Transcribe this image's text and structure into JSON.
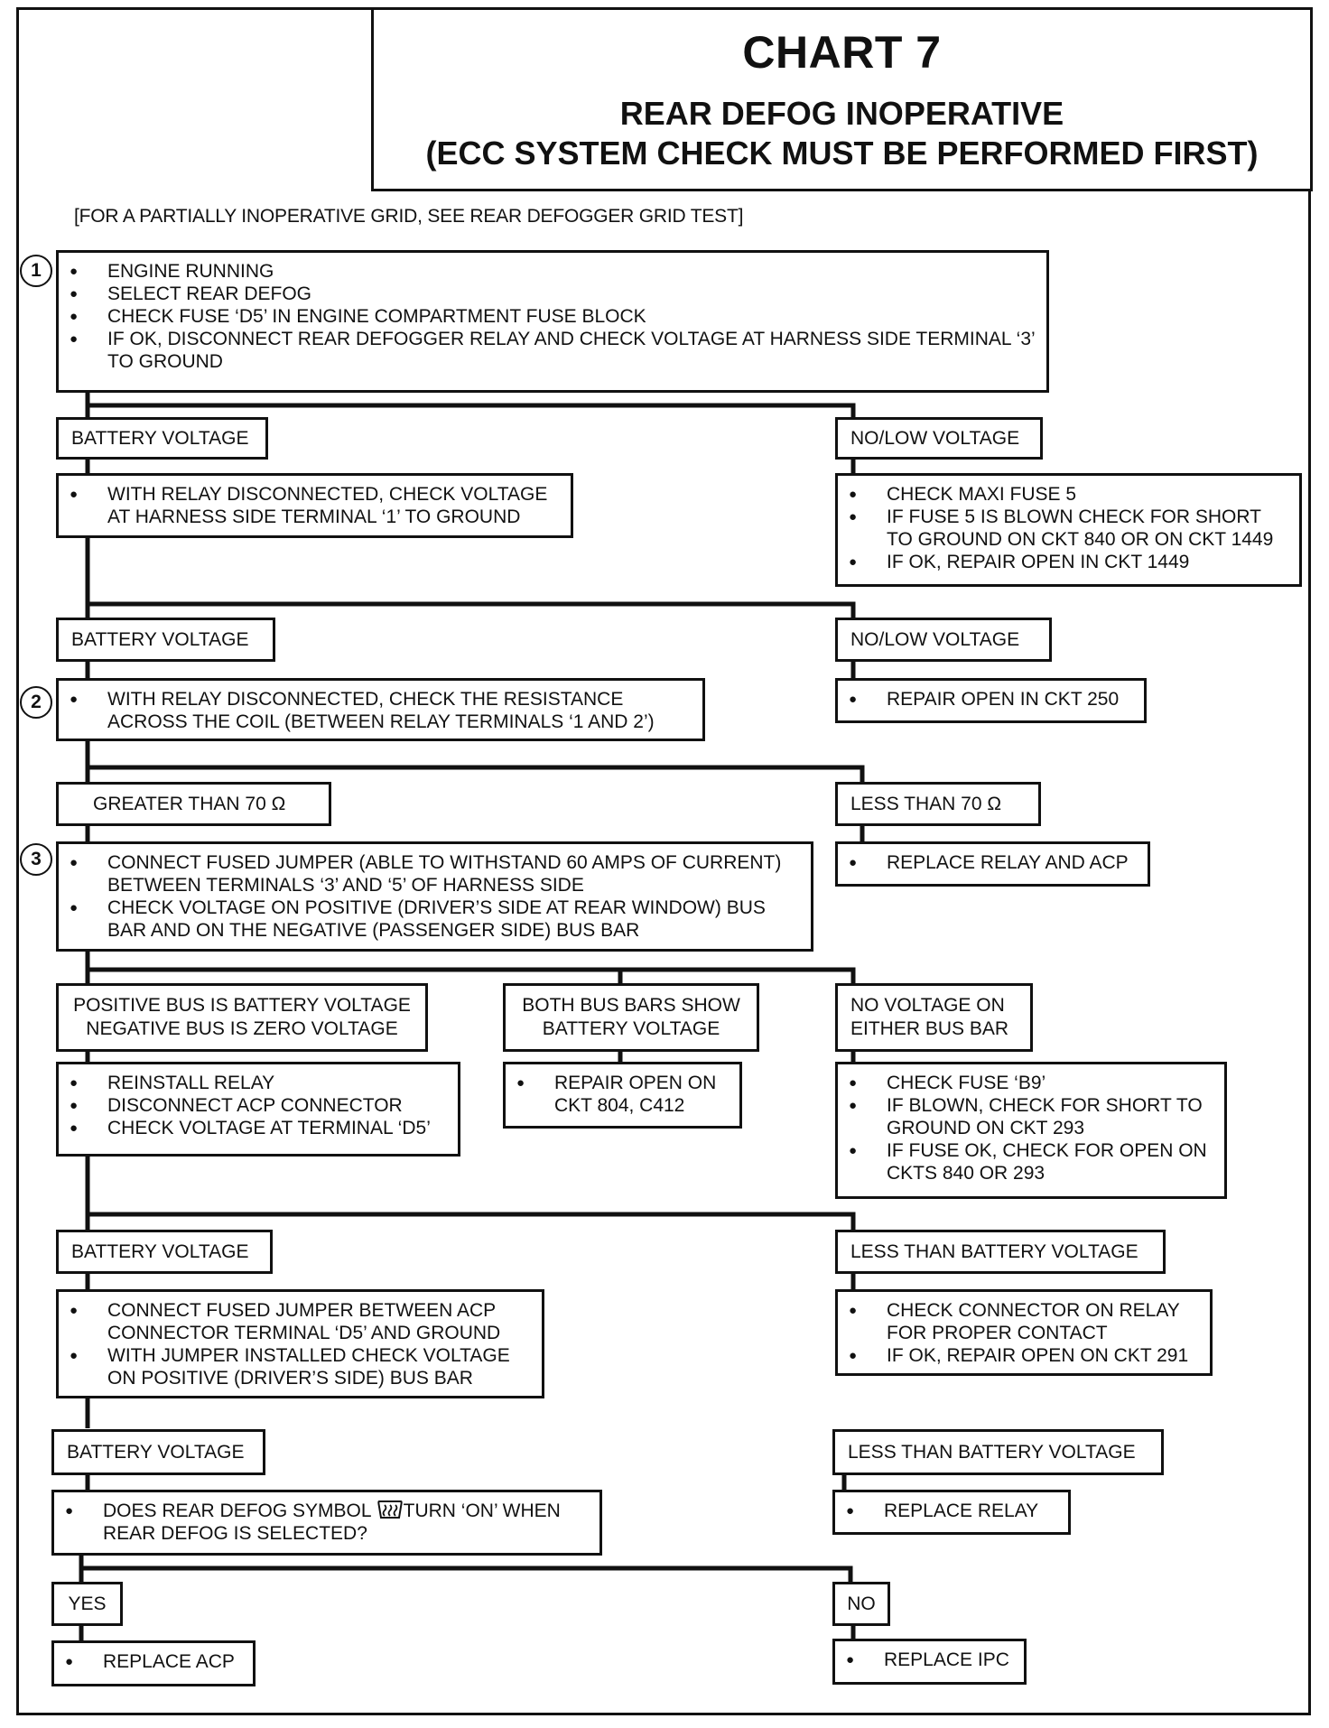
{
  "title": "CHART 7",
  "subtitle_line1": "REAR DEFOG INOPERATIVE",
  "subtitle_line2": "(ECC SYSTEM CHECK MUST BE PERFORMED FIRST)",
  "note": "[FOR A PARTIALLY INOPERATIVE GRID, SEE  REAR DEFOGGER GRID TEST]",
  "steps": {
    "s1": "1",
    "s2": "2",
    "s3": "3"
  },
  "step1": [
    "ENGINE RUNNING",
    "SELECT REAR DEFOG",
    "CHECK FUSE ‘D5’ IN ENGINE COMPARTMENT FUSE BLOCK",
    "IF OK, DISCONNECT REAR DEFOGGER RELAY AND CHECK VOLTAGE AT HARNESS SIDE TERMINAL ‘3’ TO GROUND"
  ],
  "r1": {
    "left_label": "BATTERY VOLTAGE",
    "right_label": "NO/LOW VOLTAGE",
    "left_action": [
      "WITH RELAY DISCONNECTED, CHECK VOLTAGE AT HARNESS SIDE TERMINAL ‘1’ TO GROUND"
    ],
    "right_action": [
      "CHECK MAXI FUSE 5",
      "IF FUSE 5 IS BLOWN CHECK FOR SHORT TO GROUND ON CKT 840 OR ON CKT 1449",
      "IF OK, REPAIR OPEN IN CKT 1449"
    ]
  },
  "r2": {
    "left_label": "BATTERY VOLTAGE",
    "right_label": "NO/LOW VOLTAGE",
    "left_action": [
      "WITH RELAY DISCONNECTED, CHECK THE RESISTANCE ACROSS THE COIL (BETWEEN RELAY TERMINALS ‘1 AND 2’)"
    ],
    "right_action": [
      "REPAIR OPEN IN CKT 250"
    ]
  },
  "r3": {
    "left_label": "GREATER THAN 70 Ω",
    "right_label": "LESS THAN 70 Ω",
    "left_action": [
      "CONNECT FUSED JUMPER (ABLE TO WITHSTAND 60 AMPS OF CURRENT) BETWEEN TERMINALS ‘3’ AND ‘5’ OF HARNESS SIDE",
      "CHECK VOLTAGE ON POSITIVE (DRIVER’S SIDE AT REAR WINDOW) BUS BAR AND ON THE NEGATIVE (PASSENGER SIDE) BUS BAR"
    ],
    "right_action": [
      "REPLACE RELAY AND ACP"
    ]
  },
  "r4": {
    "left_label_1": "POSITIVE BUS IS BATTERY VOLTAGE",
    "left_label_2": "NEGATIVE BUS IS ZERO VOLTAGE",
    "mid_label_1": "BOTH BUS BARS SHOW",
    "mid_label_2": "BATTERY VOLTAGE",
    "right_label_1": "NO VOLTAGE ON",
    "right_label_2": "EITHER BUS BAR",
    "left_action": [
      "REINSTALL RELAY",
      "DISCONNECT ACP CONNECTOR",
      "CHECK VOLTAGE AT TERMINAL ‘D5’"
    ],
    "mid_action": [
      "REPAIR  OPEN ON CKT 804, C412"
    ],
    "right_action": [
      "CHECK FUSE ‘B9’",
      "IF BLOWN, CHECK FOR SHORT TO GROUND ON CKT 293",
      "IF FUSE OK, CHECK FOR OPEN ON CKTS 840 OR 293"
    ]
  },
  "r5": {
    "left_label": "BATTERY VOLTAGE",
    "right_label": "LESS THAN BATTERY VOLTAGE",
    "left_action": [
      "CONNECT FUSED JUMPER BETWEEN ACP CONNECTOR TERMINAL ‘D5’ AND GROUND",
      "WITH JUMPER INSTALLED CHECK VOLTAGE ON POSITIVE (DRIVER’S SIDE) BUS BAR"
    ],
    "right_action": [
      "CHECK CONNECTOR ON RELAY FOR PROPER CONTACT",
      "IF OK, REPAIR OPEN ON CKT 291"
    ]
  },
  "r6": {
    "left_label": "BATTERY VOLTAGE",
    "right_label": "LESS THAN BATTERY VOLTAGE",
    "left_action_a": "DOES REAR DEFOG SYMBOL ",
    "left_action_b": "TURN ‘ON’ WHEN REAR DEFOG IS SELECTED?",
    "right_action": [
      "REPLACE  RELAY"
    ]
  },
  "r7": {
    "left_label": "YES",
    "right_label": "NO",
    "left_action": [
      "REPLACE ACP"
    ],
    "right_action": [
      "REPLACE IPC"
    ]
  }
}
